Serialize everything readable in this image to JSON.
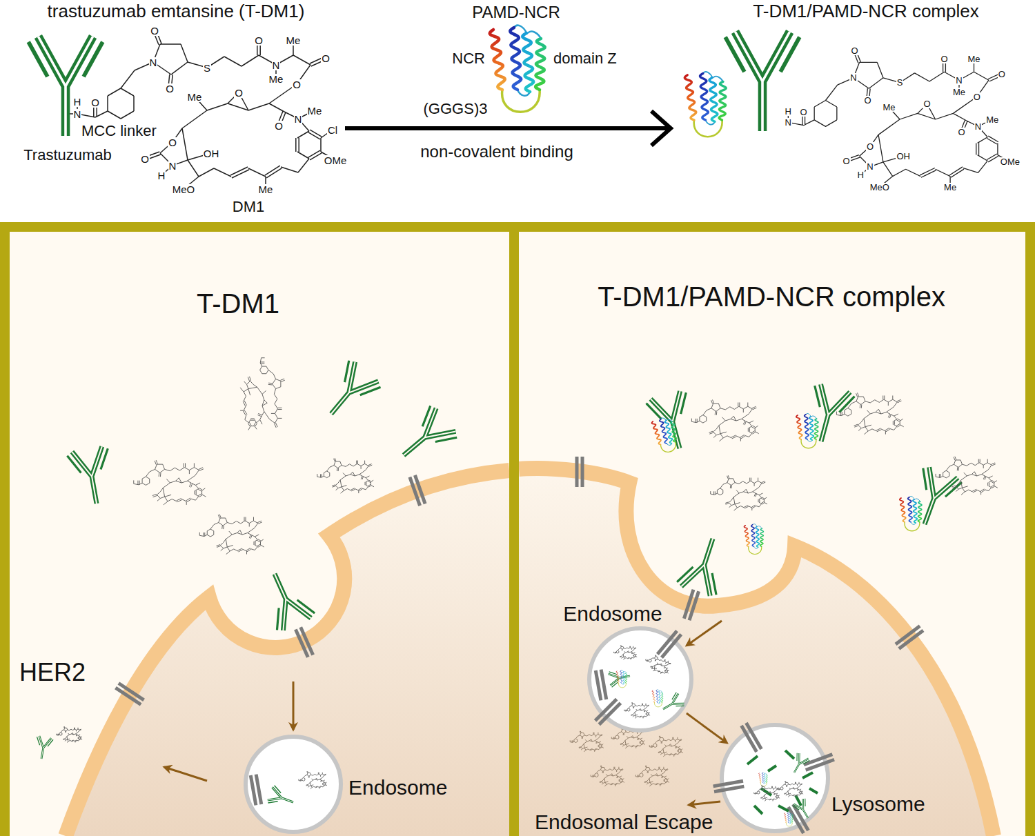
{
  "diagram": {
    "nodes": [
      {
        "text": [
          "T-DM1"
        ]
      },
      {
        "text": [
          "Endosome"
        ],
        "in": 0
      },
      {
        "text": [
          "T-DM1/PAMD-NCR complex"
        ]
      },
      {
        "text": [
          "Endosome"
        ],
        "in": 2
      },
      {
        "text": [
          "Lysosome"
        ],
        "in": 2
      }
    ],
    "edges": [
      {
        "from": 3,
        "to": 4,
        "arrow": "to"
      }
    ],
    "labels": [
      "trastuzumab emtansine (T-DM1)",
      "Trastuzumab",
      "MCC linker",
      "DM1",
      "PAMD-NCR",
      "NCR",
      "domain Z",
      "(GGGS)3",
      "non-covalent binding",
      "T-DM1/PAMD-NCR complex",
      "HER2",
      "Endosomal Escape",
      "H",
      "N",
      "O",
      "N",
      "O",
      "O",
      "S",
      "O",
      "N",
      "Me",
      "Me",
      "O",
      "O",
      "Me",
      "O",
      "O",
      "N",
      "Me",
      "Cl",
      "OMe",
      "Me",
      "OH",
      "MeO",
      "N",
      "H",
      "O",
      "O",
      "H",
      "N",
      "O",
      "N",
      "O",
      "O",
      "S",
      "O",
      "N",
      "Me",
      "Me",
      "O",
      "O",
      "Me",
      "O",
      "O",
      "N",
      "Me",
      "OMe",
      "Me",
      "OH",
      "MeO",
      "N",
      "H",
      "O",
      "O"
    ]
  }
}
